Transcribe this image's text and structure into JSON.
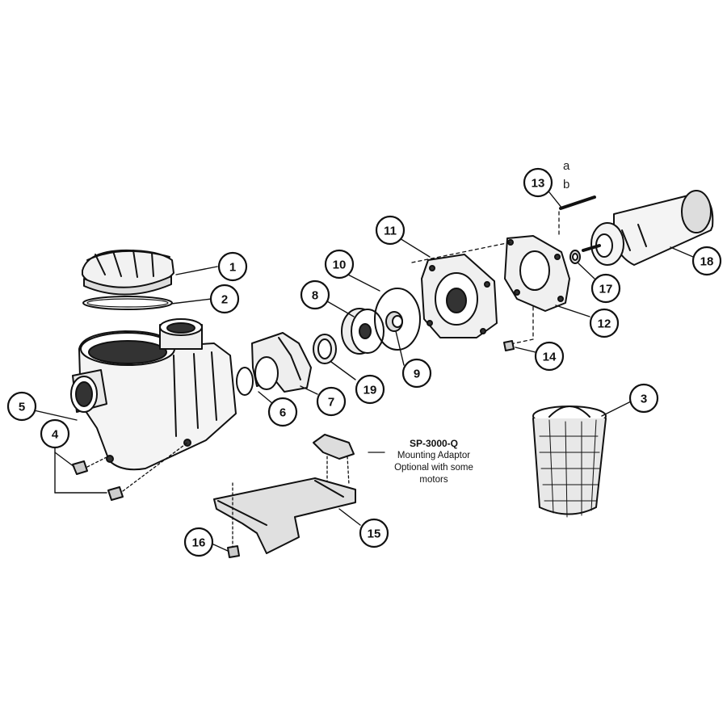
{
  "callouts": [
    {
      "id": "c1",
      "label": "1"
    },
    {
      "id": "c2",
      "label": "2"
    },
    {
      "id": "c3",
      "label": "3"
    },
    {
      "id": "c4",
      "label": "4"
    },
    {
      "id": "c5",
      "label": "5"
    },
    {
      "id": "c6",
      "label": "6"
    },
    {
      "id": "c7",
      "label": "7"
    },
    {
      "id": "c8",
      "label": "8"
    },
    {
      "id": "c9",
      "label": "9"
    },
    {
      "id": "c10",
      "label": "10"
    },
    {
      "id": "c11",
      "label": "11"
    },
    {
      "id": "c12",
      "label": "12"
    },
    {
      "id": "c13",
      "label": "13"
    },
    {
      "id": "c14",
      "label": "14"
    },
    {
      "id": "c15",
      "label": "15"
    },
    {
      "id": "c16",
      "label": "16"
    },
    {
      "id": "c17",
      "label": "17"
    },
    {
      "id": "c18",
      "label": "18"
    },
    {
      "id": "c19",
      "label": "19"
    }
  ],
  "variants": {
    "a": "a",
    "b": "b"
  },
  "adaptor_note": {
    "model": "SP-3000-Q",
    "line1": "Mounting Adaptor",
    "line2": "Optional with some",
    "line3": "motors"
  }
}
